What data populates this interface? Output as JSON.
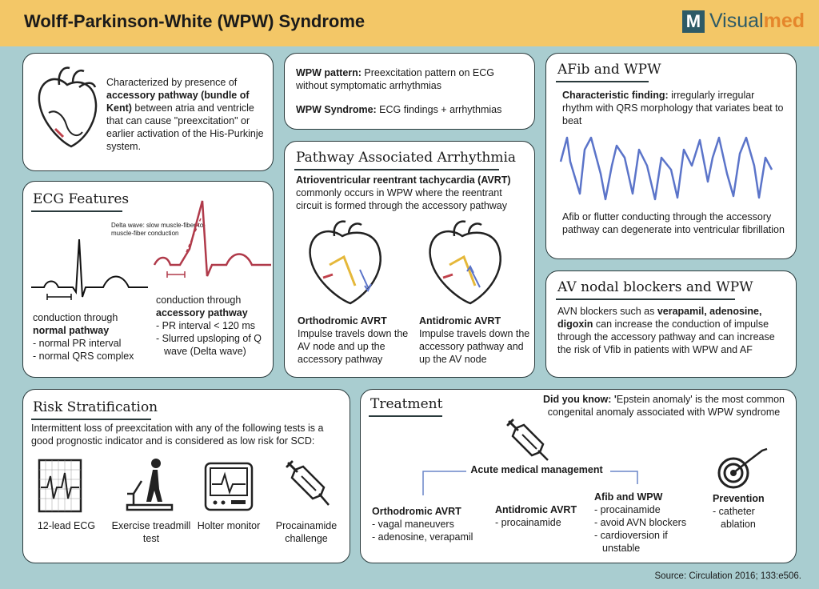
{
  "header": {
    "title": "Wolff-Parkinson-White (WPW) Syndrome",
    "logo_mark": "M",
    "logo_text_a": "Visual",
    "logo_text_b": "med"
  },
  "intro": {
    "pre": "Characterized by presence of ",
    "bold": "accessory pathway (bundle of Kent)",
    "post": " between atria and ventricle that can cause \"preexcitation\" or earlier activation of the His-Purkinje system.",
    "icon": "heart-icon"
  },
  "pattern": {
    "l1_bold": "WPW pattern:",
    "l1_text": " Preexcitation pattern on ECG without symptomatic arrhythmias",
    "l2_bold": "WPW Syndrome:",
    "l2_text": " ECG findings + arrhythmias"
  },
  "ecg": {
    "title": "ECG Features",
    "delta_note": "Delta wave: slow muscle-fiber-to-muscle-fiber conduction",
    "normal": {
      "l1": "conduction through",
      "l2": "normal pathway",
      "items": [
        "normal PR interval",
        "normal QRS complex"
      ]
    },
    "accessory": {
      "l1": "conduction through",
      "l2": "accessory pathway",
      "items": [
        "PR interval < 120 ms",
        "Slurred upsloping of Q wave (Delta wave)"
      ]
    }
  },
  "pathway": {
    "title": "Pathway Associated Arrhythmia",
    "intro_bold": "Atrioventricular reentrant tachycardia (AVRT)",
    "intro_text": " commonly occurs in WPW where the reentrant circuit is formed through the accessory pathway",
    "ortho": {
      "title": "Orthodromic AVRT",
      "text": "Impulse travels down the AV node and up the accessory pathway"
    },
    "anti": {
      "title": "Antidromic AVRT",
      "text": "Impulse travels down the accessory pathway and up the AV node"
    }
  },
  "afib": {
    "title": "AFib and WPW",
    "bold": "Characteristic finding:",
    "text": " irregularly irregular rhythm with QRS morphology that variates beat to beat",
    "bottom": "Afib or flutter conducting through the accessory pathway can degenerate into ventricular fibrillation"
  },
  "avn": {
    "title": "AV nodal blockers and WPW",
    "pre": "AVN blockers such as ",
    "bold": "verapamil, adenosine, digoxin",
    "post": " can increase the conduction of impulse through the accessory pathway and can increase the risk of Vfib in patients with WPW and AF"
  },
  "risk": {
    "title": "Risk Stratification",
    "text": "Intermittent loss of preexcitation with any of the following tests is a good prognostic indicator and is considered as low risk for SCD:",
    "tests": [
      {
        "label": "12-lead ECG",
        "icon": "ecg-monitor-icon"
      },
      {
        "label": "Exercise treadmill test",
        "icon": "treadmill-icon"
      },
      {
        "label": "Holter monitor",
        "icon": "holter-monitor-icon"
      },
      {
        "label": "Procainamide challenge",
        "icon": "syringe-icon"
      }
    ]
  },
  "treatment": {
    "title": "Treatment",
    "dyk_bold": "Did you know: '",
    "dyk_text": "Epstein anomaly' is the most common congenital anomaly associated with WPW syndrome",
    "acute": "Acute medical management",
    "ortho": {
      "title": "Orthodromic AVRT",
      "items": [
        "vagal maneuvers",
        "adenosine, verapamil"
      ]
    },
    "anti": {
      "title": "Antidromic AVRT",
      "items": [
        "procainamide"
      ]
    },
    "afib": {
      "title": "Afib and WPW",
      "items": [
        "procainamide",
        "avoid AVN blockers",
        "cardioversion if unstable"
      ]
    },
    "prevention": {
      "title": "Prevention",
      "items": [
        "catheter ablation"
      ]
    }
  },
  "source": "Source: Circulation 2016; 133:e506."
}
